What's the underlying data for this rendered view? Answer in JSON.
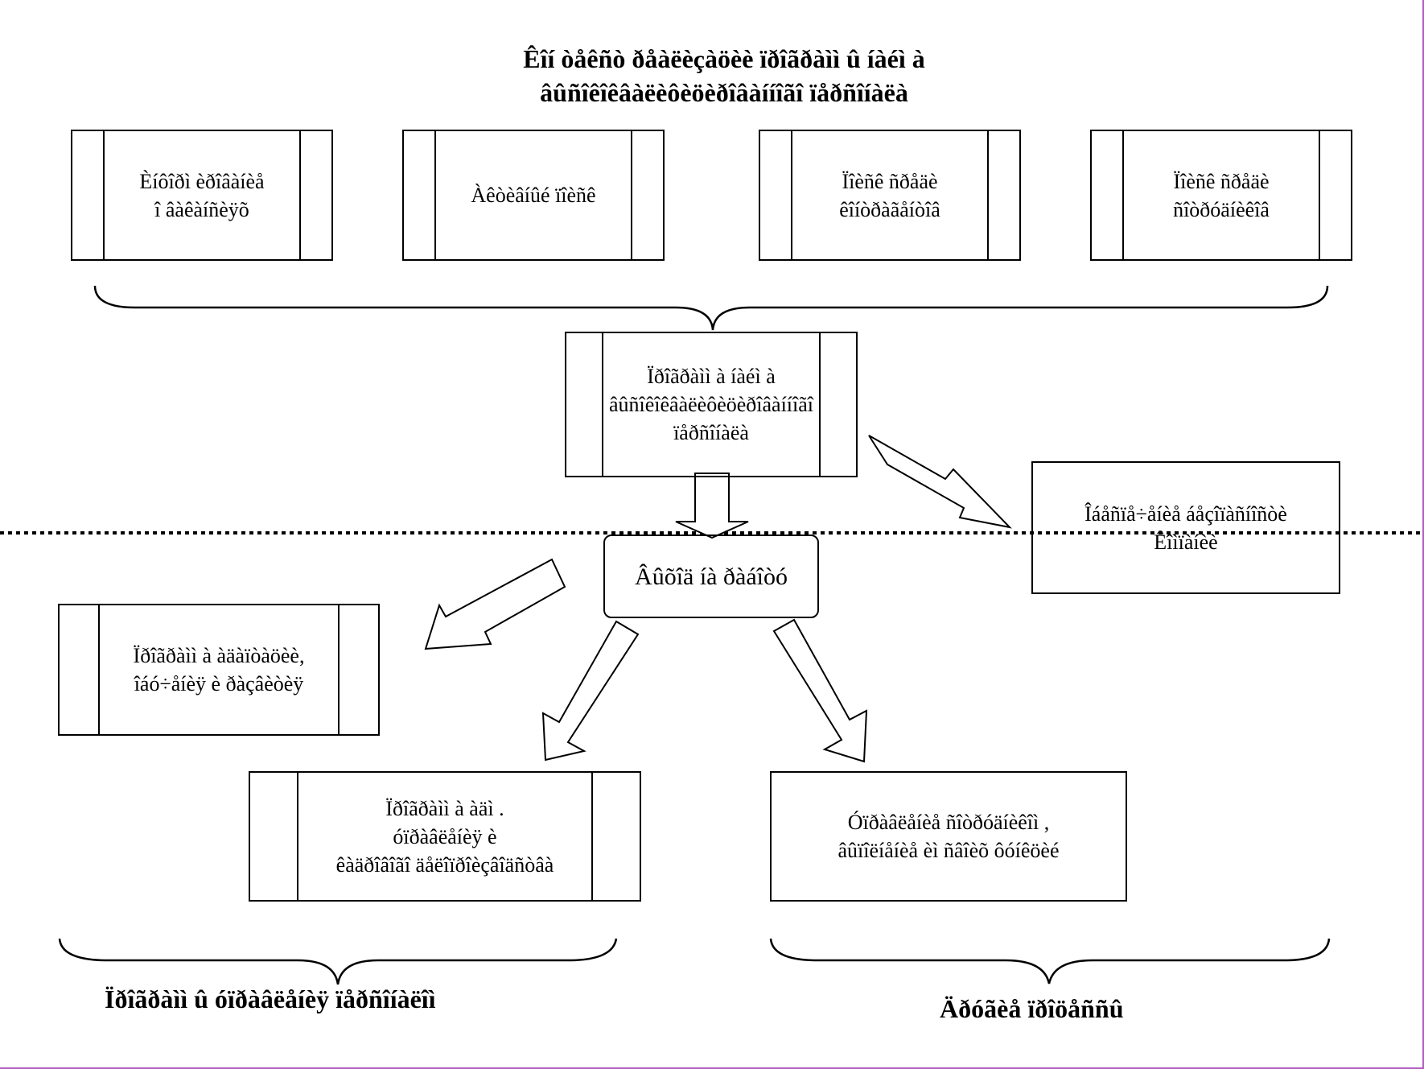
{
  "title": "Êîí òåêñò ðåàëèçàöèè ïðîãðàìì û íàéì à\nâûñîêîêâàëèôèöèðîâàííîãî ïåðñîíàëà",
  "boxes": {
    "info": "Èíôîðì èðîâàíèå\nî âàêàíñèÿõ",
    "search": "Àêòèâíûé ïîèñê",
    "contracts": "Ïîèñê ñðåäè\nêîíòðàãåíòîâ",
    "employees": "Ïîèñê ñðåäè\nñîòðóäíèêîâ",
    "program": "Ïðîãðàìì à íàéì à\nâûñîêîêâàëèôèöèðîâàííîãî\nïåðñîíàëà",
    "security": "Îáåñïå÷åíèå áåçîïàñíîñòè\nÊîìïàíèè",
    "exit": "Âûõîä íà ðàáîòó",
    "adaptation": "Ïðîãðàìì à àäàïòàöèè,\nîáó÷åíèÿ è ðàçâèòèÿ",
    "career": "Ïðîãðàìì à àäì .\nóïðàâëåíèÿ è\nêàäðîâîãî äåëîïðîèçâîäñòâà",
    "management": "Óïðàâëåíèå ñîòðóäíèêîì ,\nâûïîëíåíèå èì  ñâîèõ ôóíêöèé"
  },
  "captions": {
    "left": "Ïðîãðàìì û óïðàâëåíèÿ ïåðñîíàëîì",
    "right": "Äðóãèå ïðîöåññû"
  },
  "colors": {
    "line": "#000000",
    "page_border": "#b15fbf"
  }
}
